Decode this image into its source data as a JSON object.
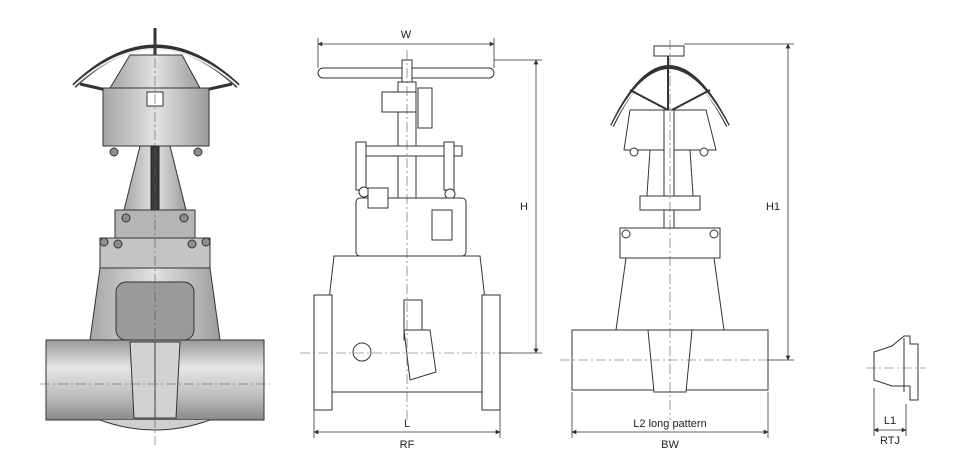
{
  "labels": {
    "w": "W",
    "h": "H",
    "h1": "H1",
    "l": "L",
    "rf": "RF",
    "l2": "L2 long pattern",
    "bw": "BW",
    "l1": "L1",
    "rtj": "RTJ"
  }
}
